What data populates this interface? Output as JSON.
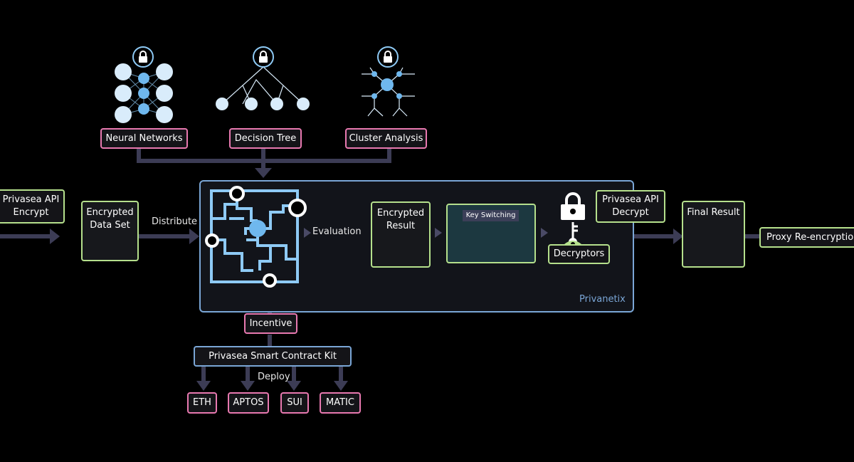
{
  "models": {
    "neural_networks": "Neural Networks",
    "decision_tree": "Decision Tree",
    "cluster_analysis": "Cluster Analysis"
  },
  "left": {
    "api_encrypt": "Privasea API Encrypt",
    "encrypted_data_set": "Encrypted Data Set",
    "distribute": "Distribute"
  },
  "privanetix": {
    "name": "Privanetix",
    "evaluation": "Evaluation",
    "encrypted_result": "Encrypted Result",
    "key_switching": "Key Switching",
    "decryptors": "Decryptors"
  },
  "right": {
    "api_decrypt": "Privasea API Decrypt",
    "final_result": "Final Result",
    "proxy_reencryption": "Proxy Re-encryption"
  },
  "bottom": {
    "incentive": "Incentive",
    "smart_contract_kit": "Privasea Smart Contract Kit",
    "deploy": "Deploy",
    "chains": [
      "ETH",
      "APTOS",
      "SUI",
      "MATIC"
    ]
  },
  "colors": {
    "background": "#000000",
    "panel_border": "#7aa6d6",
    "pink_border": "#e879b0",
    "green_border": "#b5e08c",
    "node_blue": "#8ecaf5",
    "connector": "#3c3c55"
  }
}
